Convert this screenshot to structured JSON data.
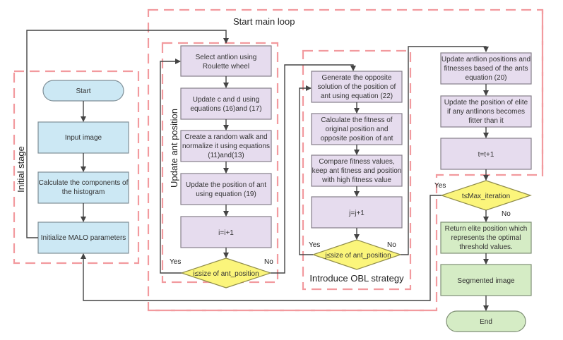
{
  "regions": {
    "main_loop": "Start main loop",
    "initial_stage": "Initial   stage",
    "update_ant": "Update ant position",
    "obl": "Introduce OBL strategy"
  },
  "initial": {
    "start": "Start",
    "input": "Input image",
    "calc": [
      "Calculate the components of",
      "the histogram"
    ],
    "init": "Initialize MALO parameters"
  },
  "ant": {
    "select": [
      "Select antlion using",
      "Roulette wheel"
    ],
    "update_cd": [
      "Update c and d using",
      "equations (16)and (17)"
    ],
    "walk": [
      "Create a random walk and",
      "normalize it using equations",
      "(11)and(13)"
    ],
    "update_pos": [
      "Update the position of ant",
      "using equation (19)"
    ],
    "incr": "i=i+1",
    "decision": "i≤size of ant_position",
    "yes": "Yes",
    "no": "No"
  },
  "obl": {
    "generate": [
      "Generate the opposite",
      "solution of the position of",
      "ant using equation (22)"
    ],
    "fitness": [
      "Calculate the fitness of",
      "original position and",
      "opposite position of ant"
    ],
    "compare": [
      "Compare fitness values,",
      "keep ant fitness and position",
      "with high fitness value"
    ],
    "incr": "j=j+1",
    "decision": "j≤size of ant_position",
    "yes": "Yes",
    "no": "No"
  },
  "loop": {
    "update_antlion": [
      "Update antlion positions and",
      "fitnesses based of the ants",
      "equation (20)"
    ],
    "update_elite": [
      "Update the position of elite",
      "if any antlinons becomes",
      "fitter than it"
    ],
    "incr": "t=t+1",
    "decision": "t≤Max_iteration",
    "yes": "Yes",
    "no": "No"
  },
  "final": {
    "return": [
      "Return elite position which",
      "represents the optimal",
      "threshold values."
    ],
    "segmented": "Segmented image",
    "end": "End"
  },
  "colors": {
    "initial_fill": "#cce8f4",
    "process_fill": "#e6dcee",
    "final_fill": "#d5ecc5",
    "decision_fill": "#fbf57b",
    "region_dash": "#f29a9e",
    "connector": "#444444"
  }
}
